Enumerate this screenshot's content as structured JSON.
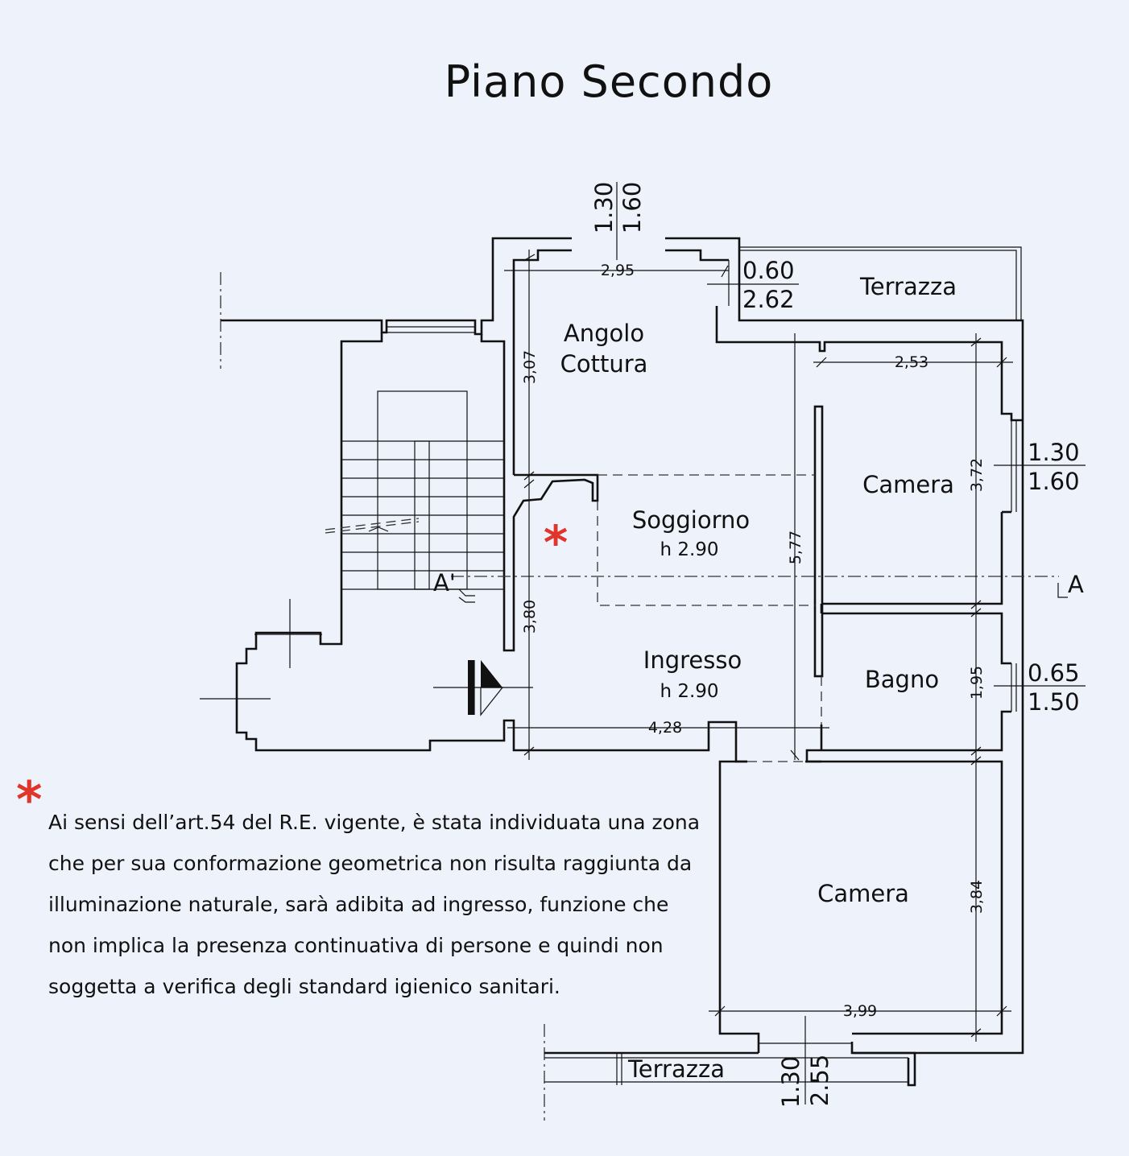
{
  "title": "Piano Secondo",
  "rooms": {
    "angolo_cottura_1": "Angolo",
    "angolo_cottura_2": "Cottura",
    "soggiorno": "Soggiorno",
    "soggiorno_h": "h 2.90",
    "ingresso": "Ingresso",
    "ingresso_h": "h 2.90",
    "camera_top": "Camera",
    "bagno": "Bagno",
    "camera_bottom": "Camera",
    "terrazza_top": "Terrazza",
    "terrazza_bottom": "Terrazza"
  },
  "dimensions": {
    "d295": "2,95",
    "d307": "3,07",
    "d380": "3,80",
    "d428": "4,28",
    "d577": "5,77",
    "d253": "2,53",
    "d372": "3,72",
    "d195": "1,95",
    "d384": "3,84",
    "d399": "3,99"
  },
  "windows": {
    "top_a": "1.30",
    "top_b": "1.60",
    "terr_a": "0.60",
    "terr_b": "2.62",
    "right_camera_a": "1.30",
    "right_camera_b": "1.60",
    "right_bagno_a": "0.65",
    "right_bagno_b": "1.50",
    "bottom_a": "1.30",
    "bottom_b": "2.55"
  },
  "section": {
    "left": "A'",
    "right": "A"
  },
  "marker": "*",
  "note": "Ai sensi dell’art.54 del R.E. vigente, è stata individuata una zona che per sua conformazione geometrica non risulta raggiunta da illuminazione naturale, sarà adibita ad ingresso, funzione che non implica la presenza continuativa di persone e quindi non soggetta a verifica degli standard igienico sanitari.",
  "colors": {
    "background": "#eef2fa",
    "marker": "#e0352b",
    "ink": "#111111"
  }
}
